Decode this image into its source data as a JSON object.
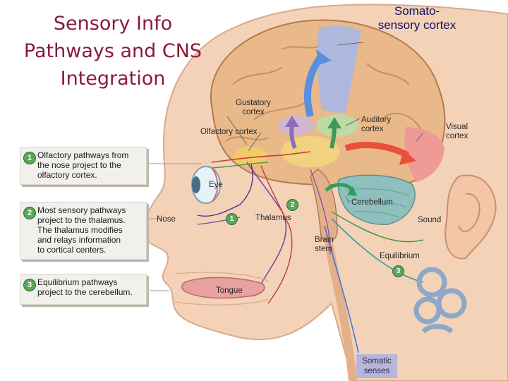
{
  "title": {
    "line1": "Sensory Info",
    "line2": "Pathways and CNS",
    "line3": "Integration"
  },
  "header_label": {
    "line1": "Somato-",
    "line2": "sensory cortex"
  },
  "callouts": [
    {
      "num": "1",
      "lines": [
        "Olfactory pathways from",
        "the nose project to the",
        "olfactory cortex."
      ]
    },
    {
      "num": "2",
      "lines": [
        "Most sensory pathways",
        "project to the thalamus.",
        "The thalamus modifies",
        "and relays information",
        "to cortical centers."
      ]
    },
    {
      "num": "3",
      "lines": [
        "Equilibrium pathways",
        "project to the cerebellum."
      ]
    }
  ],
  "labels": {
    "gustatory": [
      "Gustatory",
      "cortex"
    ],
    "olfactory": "Olfactory cortex",
    "auditory": [
      "Auditory",
      "cortex"
    ],
    "visual": [
      "Visual",
      "cortex"
    ],
    "eye": "Eye",
    "nose": "Nose",
    "thalamus": "Thalamus",
    "cerebellum": "Cerebellum",
    "sound": "Sound",
    "brain_stem": [
      "Brain",
      "stem"
    ],
    "equilibrium": "Equilibrium",
    "tongue": "Tongue",
    "somatic": [
      "Somatic",
      "senses"
    ]
  },
  "badges": {
    "nose": "1",
    "thalamus": "2",
    "equilibrium": "3"
  },
  "colors": {
    "title": "#8a1a3a",
    "header": "#101060",
    "badge": "#5aa65a",
    "skin": "#f3d2b8",
    "brain": "#e9b98a",
    "somatosensory": "#aab7e6",
    "visual_cortex": "#ef9a94",
    "auditory_cortex": "#b7dfa9",
    "gustatory_cortex": "#c9b7df",
    "cerebellum": "#8fc0bd"
  }
}
